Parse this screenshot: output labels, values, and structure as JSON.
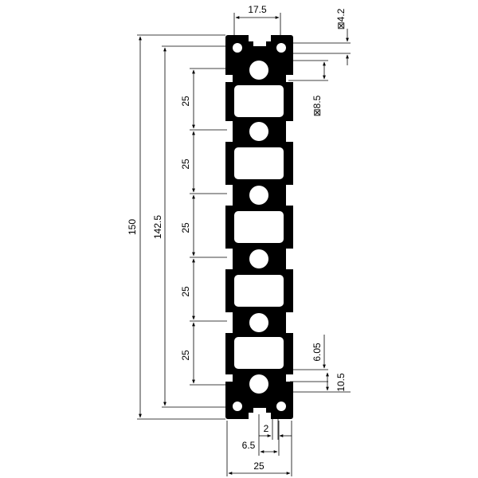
{
  "drawing": {
    "overall_height": "150",
    "slot_span_height": "142.5",
    "pitch_labels": [
      "25",
      "25",
      "25",
      "25",
      "25"
    ],
    "top_width": "17.5",
    "corner_hole_dia": "⊠4.2",
    "center_hole_dia": "⊠8.5",
    "slot_depth": "6.05",
    "slot_height": "10.5",
    "wall_thickness": "2",
    "slot_offset": "6.5",
    "profile_width": "25"
  }
}
